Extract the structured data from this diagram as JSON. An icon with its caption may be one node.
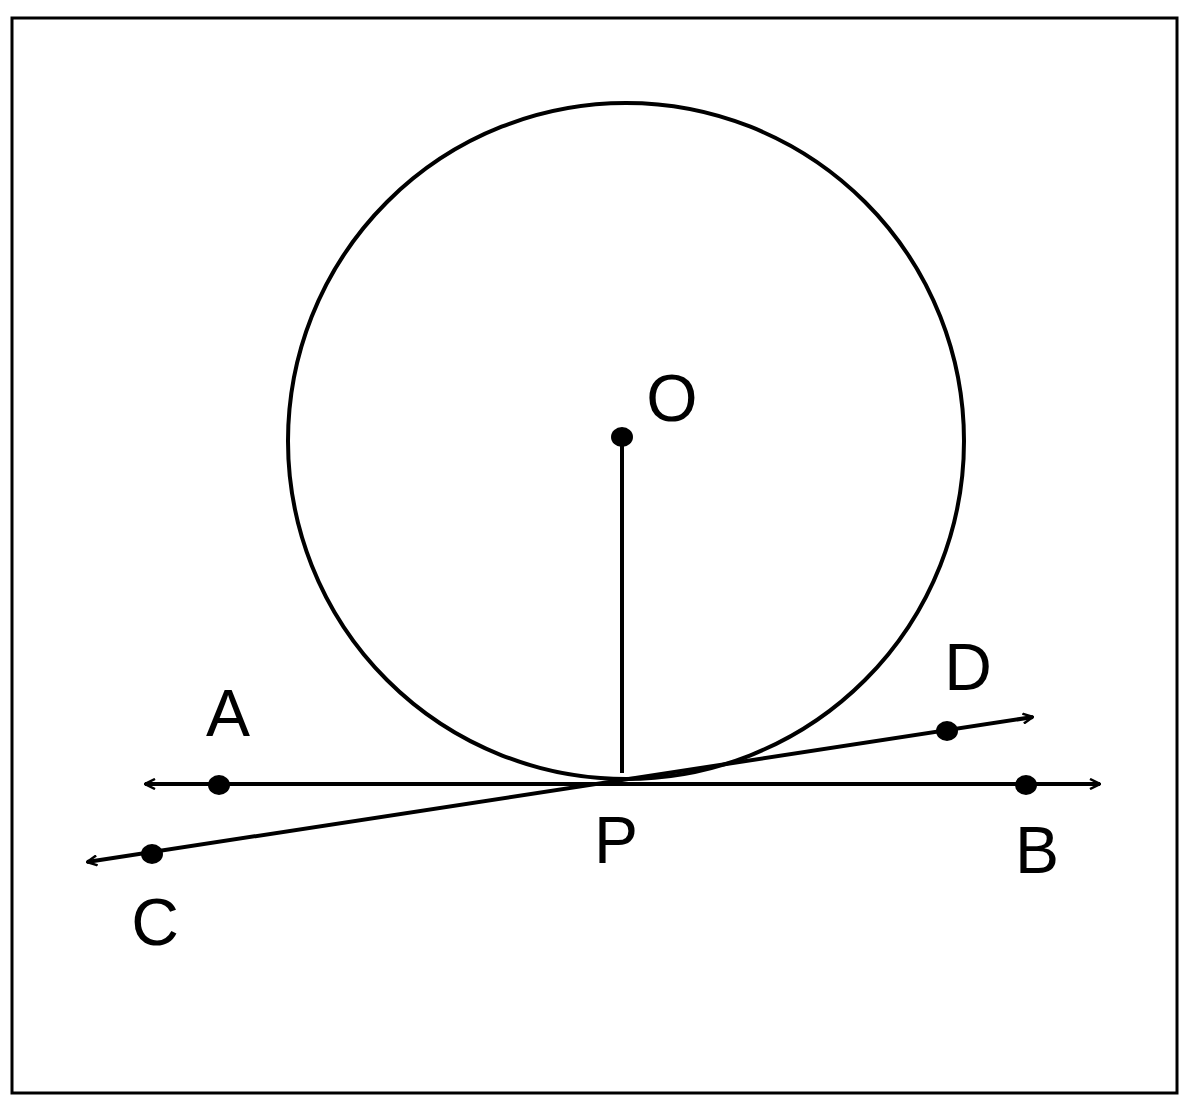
{
  "diagram": {
    "labels": [
      "O",
      "D",
      "A",
      "P",
      "B",
      "C"
    ]
  }
}
